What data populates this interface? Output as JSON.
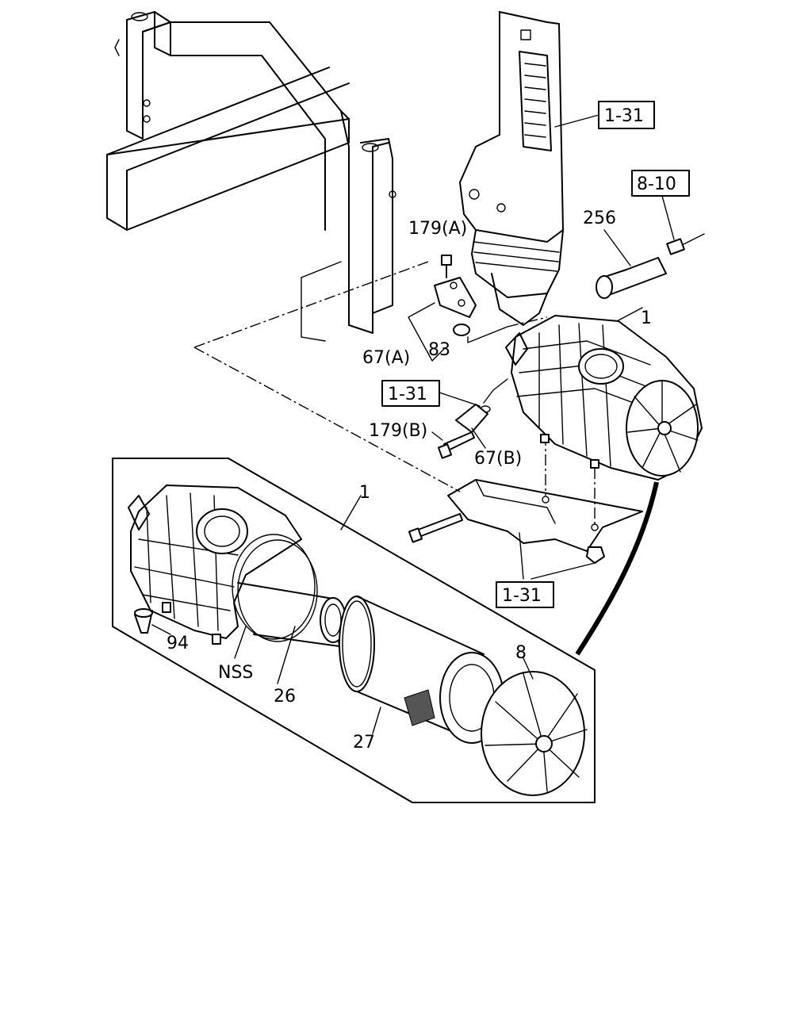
{
  "labels": {
    "ref_1_31_top": "1-31",
    "ref_8_10": "8-10",
    "part_256": "256",
    "part_179a": "179(A)",
    "part_1_upper": "1",
    "part_67a": "67(A)",
    "part_83": "83",
    "ref_1_31_mid": "1-31",
    "part_179b": "179(B)",
    "part_67b": "67(B)",
    "part_1_lower": "1",
    "ref_1_31_bottom": "1-31",
    "part_94": "94",
    "part_nss": "NSS",
    "part_26": "26",
    "part_8": "8",
    "part_27": "27"
  }
}
